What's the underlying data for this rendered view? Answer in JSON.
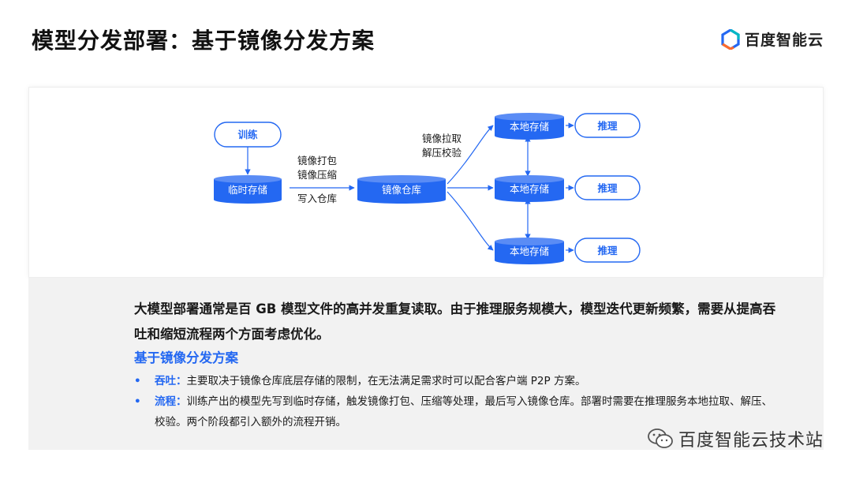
{
  "header": {
    "title": "模型分发部署：基于镜像分发方案",
    "logo_text": "百度智能云",
    "logo_colors": [
      "#2468f2",
      "#00b8c4",
      "#ff6a2b"
    ]
  },
  "diagram": {
    "nodes": {
      "train": "训练",
      "temp_storage": "临时存储",
      "image_repo": "镜像仓库",
      "local_1": "本地存储",
      "local_2": "本地存储",
      "local_3": "本地存储",
      "infer_1": "推理",
      "infer_2": "推理",
      "infer_3": "推理"
    },
    "edge_labels": {
      "pack": "镜像打包",
      "compress": "镜像压缩",
      "write": "写入仓库",
      "pull": "镜像拉取",
      "verify": "解压校验"
    },
    "colors": {
      "primary": "#2468f2",
      "pill_border": "#2468f2",
      "pill_text": "#2468f2"
    }
  },
  "content": {
    "summary": "大模型部署通常是百 GB 模型文件的高并发重复读取。由于推理服务规模大，模型迭代更新频繁，需要从提高吞吐和缩短流程两个方面考虑优化。",
    "subtitle": "基于镜像分发方案",
    "bullets": [
      {
        "label": "吞吐：",
        "text": "主要取决于镜像仓库底层存储的限制，在无法满足需求时可以配合客户端 P2P 方案。"
      },
      {
        "label": "流程：",
        "text": "训练产出的模型先写到临时存储，触发镜像打包、压缩等处理，最后写入镜像仓库。部署时需要在推理服务本地拉取、解压、校验。两个阶段都引入额外的流程开销。"
      }
    ]
  },
  "watermark": {
    "text": "百度智能云技术站"
  }
}
